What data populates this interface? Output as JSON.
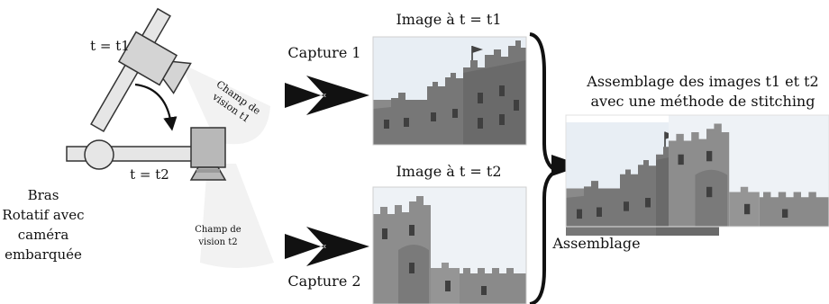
{
  "arm": {
    "label_t1": "t = t1",
    "label_t2": "t = t2",
    "caption_lines": [
      "Bras",
      "Rotatif avec",
      "caméra",
      "embarquée"
    ],
    "fov_t1_lines": [
      "Champ de",
      "vision t1"
    ],
    "fov_t2_lines": [
      "Champ de",
      "vision t2"
    ]
  },
  "captures": {
    "capture1_label": "Capture 1",
    "capture2_label": "Capture 2",
    "image1_title": "Image à t = t1",
    "image2_title": "Image à t = t2"
  },
  "assembly": {
    "title_lines": [
      "Assemblage des images t1 et t2",
      "avec une méthode de stitching"
    ],
    "label": "Assemblage"
  },
  "colors": {
    "camera_t1": "#d4d4d4",
    "camera_t2": "#b8b8b8",
    "arm": "#e6e6e6",
    "fov_cone": "#f2f2f2",
    "sky": "#e9eef3",
    "stone": "#7b7b7b"
  },
  "icons": {
    "arrow": "black-block-arrow",
    "rotation": "curved-arrow",
    "brace": "right-brace"
  }
}
